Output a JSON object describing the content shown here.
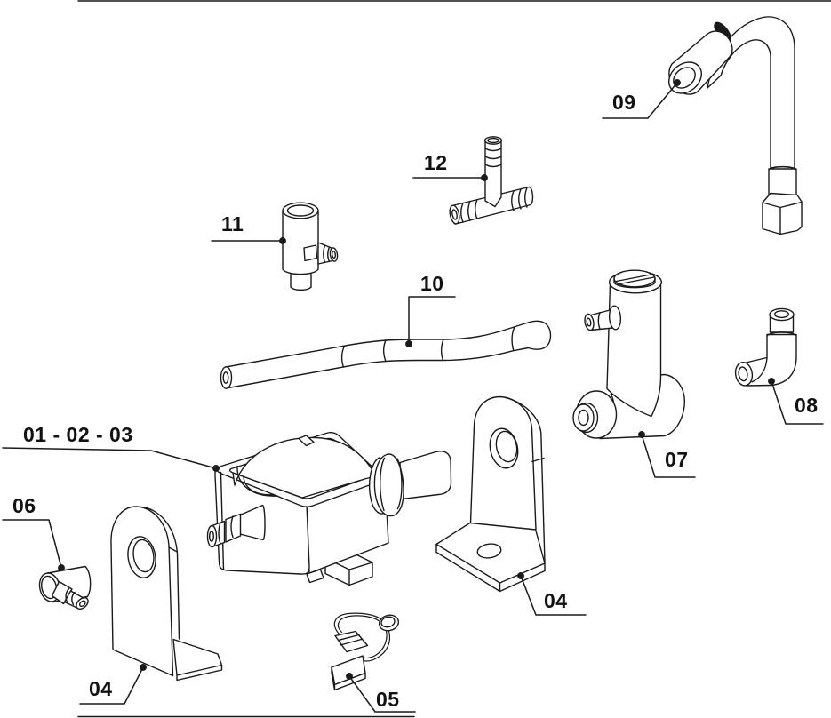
{
  "diagram": {
    "type": "exploded-parts-line-drawing",
    "background_color": "#ffffff",
    "line_color": "#1a1a1a",
    "labels": [
      {
        "id": "pump-group",
        "text": "01 - 02 - 03"
      },
      {
        "id": "bracket-left",
        "text": "04"
      },
      {
        "id": "bracket-right",
        "text": "04"
      },
      {
        "id": "fuse-clip",
        "text": "05"
      },
      {
        "id": "inlet-elbow",
        "text": "06"
      },
      {
        "id": "valve-body",
        "text": "07"
      },
      {
        "id": "outlet-elbow",
        "text": "08"
      },
      {
        "id": "spout-pipe",
        "text": "09"
      },
      {
        "id": "hose",
        "text": "10"
      },
      {
        "id": "check-valve",
        "text": "11"
      },
      {
        "id": "tee-connector",
        "text": "12"
      }
    ]
  }
}
